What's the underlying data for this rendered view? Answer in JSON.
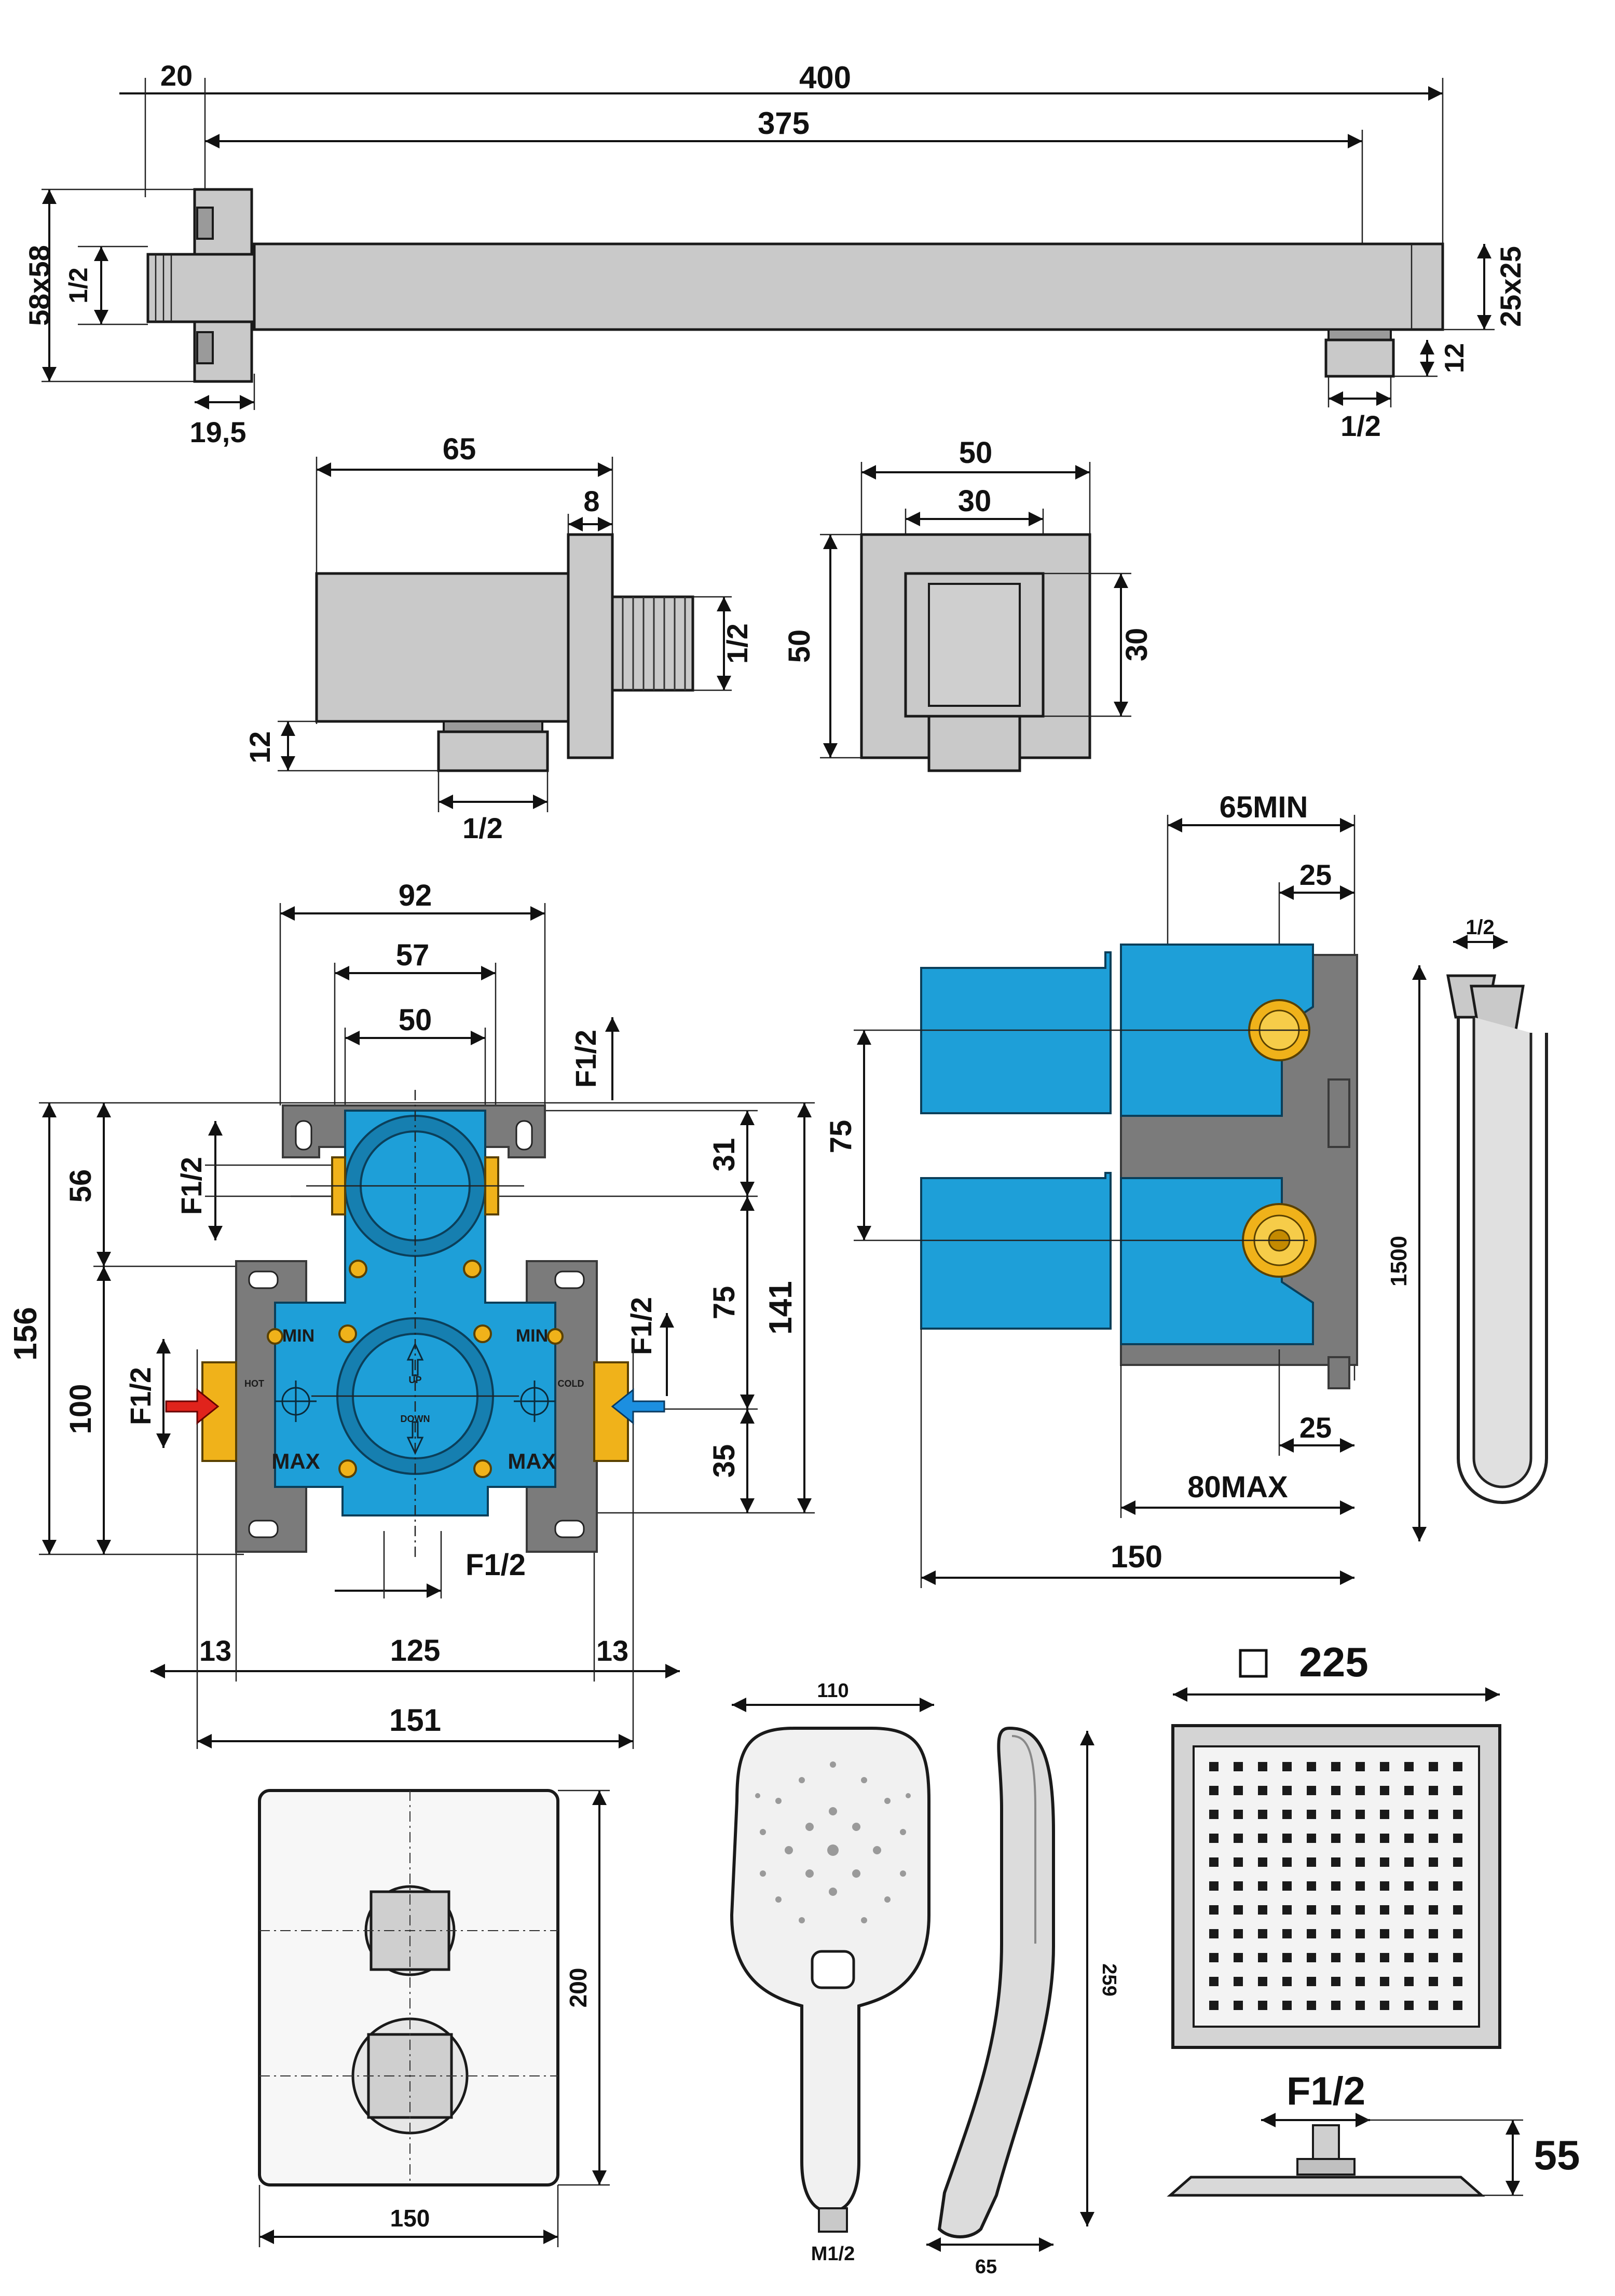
{
  "arm": {
    "dim_total": "400",
    "dim_arm": "375",
    "dim_flange_thk": "20",
    "dim_flange": "58x58",
    "dim_thread_left": "1/2",
    "dim_nut": "19,5",
    "dim_section": "25x25",
    "dim_outlet_h": "12",
    "dim_outlet_thread": "1/2"
  },
  "elbow_side": {
    "dim_length": "65",
    "dim_plate": "8",
    "dim_thread_back": "1/2",
    "dim_outlet_h": "12",
    "dim_outlet_thread": "1/2"
  },
  "elbow_front": {
    "dim_outer_w": "50",
    "dim_inner_w": "30",
    "dim_outer_h": "50",
    "dim_inner_h": "30"
  },
  "valve_front": {
    "dim_bracket": "92",
    "dim_57": "57",
    "dim_50": "50",
    "dim_f12_top": "F1/2",
    "dim_f12_left_upper": "F1/2",
    "dim_56": "56",
    "dim_156": "156",
    "dim_100": "100",
    "dim_31": "31",
    "dim_75": "75",
    "dim_141": "141",
    "dim_35": "35",
    "dim_f12_left": "F1/2",
    "dim_f12_right": "F1/2",
    "dim_f12_bottom": "F1/2",
    "dim_13_left": "13",
    "dim_125": "125",
    "dim_13_right": "13",
    "dim_151": "151",
    "label_min_left": "MIN",
    "label_min_right": "MIN",
    "label_max_left": "MAX",
    "label_max_right": "MAX",
    "label_hot": "HOT",
    "label_cold": "COLD",
    "label_up": "UP",
    "label_down": "DOWN",
    "colors": {
      "hot": "#e0231c",
      "cold": "#1c8fe0"
    }
  },
  "valve_side": {
    "dim_65min": "65MIN",
    "dim_25_top": "25",
    "dim_75": "75",
    "dim_25_bottom": "25",
    "dim_80max": "80MAX",
    "dim_150": "150"
  },
  "hose": {
    "dim_thread": "1/2",
    "dim_length": "1500"
  },
  "trim_plate": {
    "dim_height": "200",
    "dim_width": "150"
  },
  "hand_shower": {
    "dim_width": "110",
    "dim_length": "259",
    "dim_depth": "65",
    "label_thread": "M1/2"
  },
  "rain_head": {
    "dim_size": "225",
    "dim_thread": "F1/2",
    "dim_height": "55"
  }
}
